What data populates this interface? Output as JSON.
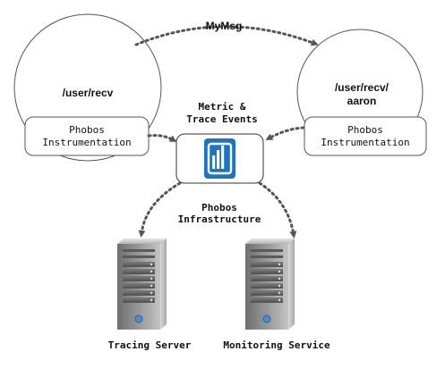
{
  "message_label": "MyMsg",
  "sender": {
    "path": "/user/recv",
    "instrumentation_line1": "Phobos",
    "instrumentation_line2": "Instrumentation"
  },
  "receiver": {
    "path_line1": "/user/recv/",
    "path_line2": "aaron",
    "instrumentation_line1": "Phobos",
    "instrumentation_line2": "Instrumentation"
  },
  "events_label_line1": "Metric &",
  "events_label_line2": "Trace Events",
  "infrastructure_label_line1": "Phobos",
  "infrastructure_label_line2": "Infrastructure",
  "servers": [
    {
      "label": "Tracing Server"
    },
    {
      "label": "Monitoring Service"
    }
  ],
  "colors": {
    "hub_blue": "#1d74c2",
    "arrow_gray": "#555555",
    "server_gray": "#8c8c8c"
  }
}
